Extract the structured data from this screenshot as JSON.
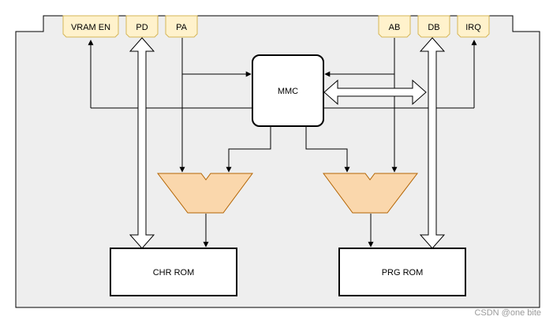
{
  "pins": {
    "vram_en": "VRAM EN",
    "pd": "PD",
    "pa": "PA",
    "ab": "AB",
    "db": "DB",
    "irq": "IRQ"
  },
  "blocks": {
    "mmc": "MMC",
    "chr_rom": "CHR ROM",
    "prg_rom": "PRG ROM"
  },
  "watermark": "CSDN @one bite",
  "colors": {
    "board_fill": "#eeeeee",
    "pin_fill": "#fff2cc",
    "pin_stroke": "#d6b656",
    "mux_fill": "#fad7ac",
    "mux_stroke": "#b46504",
    "line": "#000000"
  }
}
